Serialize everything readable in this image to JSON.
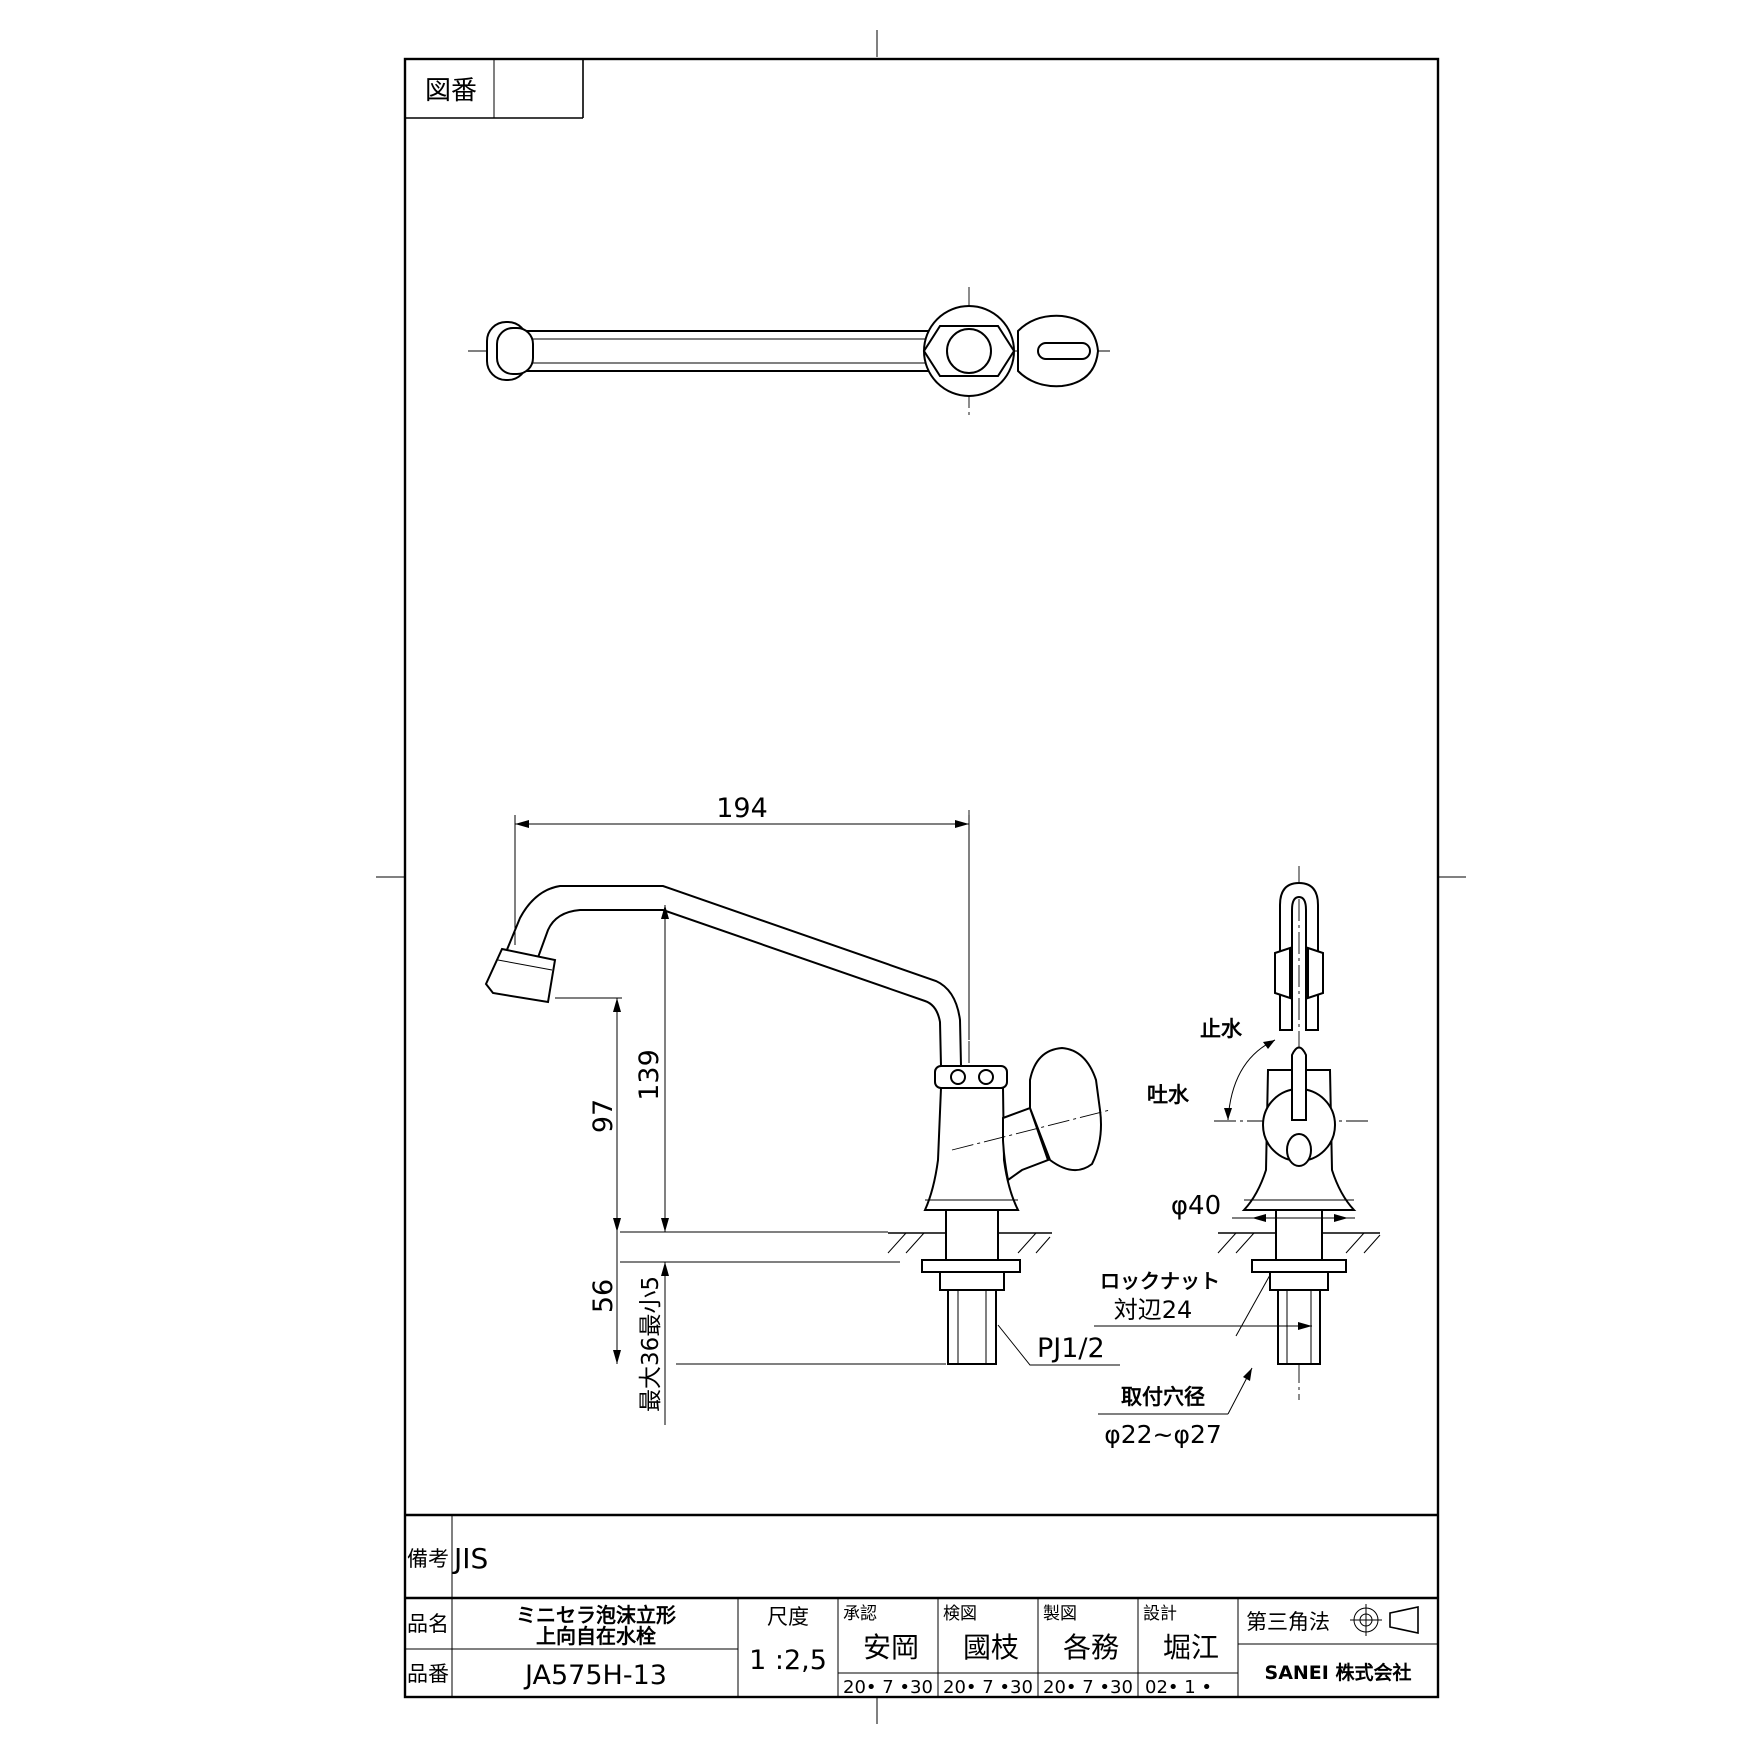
{
  "sheet": {
    "drawing_no_label": "図番",
    "drawing_no_value": ""
  },
  "dimensions": {
    "spout_length": "194",
    "height_total": "139",
    "outlet_height": "97",
    "shank_length": "56",
    "counter_thickness": "最大36最小5",
    "base_dia": "φ40",
    "thread": "PJ1/2",
    "locknut_line1": "ロックナット",
    "locknut_line2": "対辺24",
    "hole_line1": "取付穴径",
    "hole_line2": "φ22~φ27",
    "stop_label": "止水",
    "flow_label": "吐水"
  },
  "title_block": {
    "remarks_label": "備考",
    "remarks_value": "JIS",
    "name_label": "品名",
    "name_line1": "ミニセラ泡沫立形",
    "name_line2": "上向自在水栓",
    "number_label": "品番",
    "number_value": "JA575H-13",
    "scale_label": "尺度",
    "scale_value": "1 :2,5",
    "approve_label": "承認",
    "approve_name": "安岡",
    "approve_date": "20• 7 •30",
    "check_label": "検図",
    "check_name": "國枝",
    "check_date": "20• 7 •30",
    "draft_label": "製図",
    "draft_name": "各務",
    "draft_date": "20• 7 •30",
    "design_label": "設計",
    "design_name": "堀江",
    "design_date": "02• 1 •",
    "projection_label": "第三角法",
    "company": "SANEI 株式会社"
  }
}
